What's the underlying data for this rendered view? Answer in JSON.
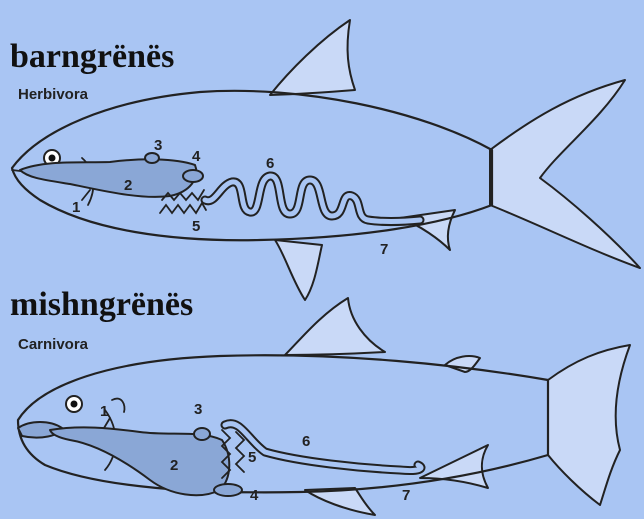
{
  "herbivore": {
    "title": "barngrënës",
    "subtitle": "Herbivora",
    "labels": [
      "1",
      "2",
      "3",
      "4",
      "5",
      "6",
      "7"
    ]
  },
  "carnivore": {
    "title": "mishngrënës",
    "subtitle": "Carnivora",
    "labels": [
      "1",
      "2",
      "3",
      "4",
      "5",
      "6",
      "7"
    ]
  },
  "colors": {
    "background": "#a9c5f3",
    "organ": "#8aa7d6",
    "outline": "#222222"
  }
}
